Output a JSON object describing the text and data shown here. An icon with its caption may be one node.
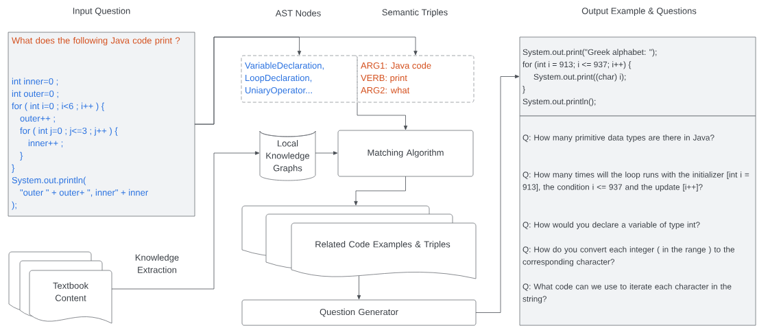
{
  "diagram": {
    "nodes": [
      {
        "text": [
          "What does the following Java code print ?",
          "int inner=0 ;",
          "int outer=0 ;",
          "for ( int i=0 ; i<6 ; i++ ) {",
          "outer++ ;",
          "for ( int j=0 ; j<=3 ; j++ ) {",
          "inner++ ;",
          "}",
          "}",
          "System.out.println(",
          "\"outer \" + outer+ \", inner\" + inner",
          ");"
        ]
      },
      {
        "text": [
          "VariableDeclaration,",
          "LoopDeclaration,",
          "UniaryOperator..."
        ]
      },
      {
        "text": [
          "ARG1: Java code",
          "VERB: print",
          "ARG2: what"
        ]
      },
      {
        "text": [
          "Local Knowledge Graphs"
        ]
      },
      {
        "text": [
          "Matching Algorithm"
        ]
      },
      {
        "text": [
          "Related Code Examples & Triples"
        ]
      },
      {
        "text": [
          "Question Generator"
        ]
      },
      {
        "text": [
          "Textbook Content"
        ]
      },
      {
        "text": [
          "System.out.print(\"Greek alphabet: \");",
          "for (int i = 913; i <= 937; i++) {",
          "System.out.print((char) i);",
          "}",
          "System.out.println();"
        ]
      },
      {
        "text": [
          "Q: How many primitive data types are there in Java?",
          "Q: How many times will the loop runs with the initializer [int i = 913], the condition i <= 937 and the update [i++]?",
          "Q: How would you declare a variable of type int?",
          "Q: How do you convert each integer ( in the range ) to the corresponding character?",
          "Q: What code can we use to iterate each character in the string?"
        ]
      }
    ],
    "edges": [
      {
        "from": 0,
        "to": 1,
        "arrow": "to"
      },
      {
        "from": 0,
        "to": 2,
        "arrow": "to"
      },
      {
        "from": 2,
        "to": 4,
        "arrow": "to"
      },
      {
        "from": 3,
        "to": 4,
        "arrow": "to"
      },
      {
        "from": 7,
        "to": 3,
        "arrow": "to",
        "label": "Knowledge Extraction"
      },
      {
        "from": 4,
        "to": 5,
        "arrow": "to"
      },
      {
        "from": 5,
        "to": 6,
        "arrow": "to"
      },
      {
        "from": 6,
        "to": 8,
        "arrow": "to"
      }
    ],
    "labels": [
      "Input Question",
      "AST Nodes",
      "Semantic Triples",
      "Output Example & Questions"
    ]
  }
}
